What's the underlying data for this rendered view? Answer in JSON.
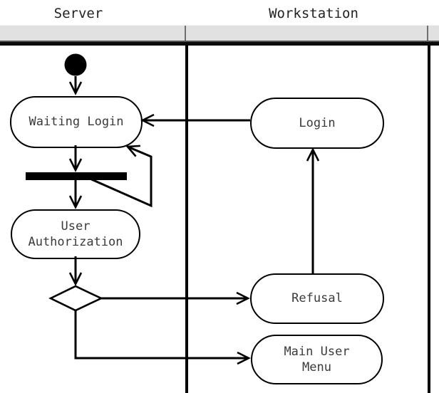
{
  "diagram": {
    "type": "uml-activity-swimlane",
    "lanes": [
      {
        "title": "Server"
      },
      {
        "title": "Workstation"
      }
    ],
    "nodes": {
      "initial": {
        "kind": "initial-state"
      },
      "waiting_login": {
        "label": "Waiting Login",
        "lane": "Server"
      },
      "sync_bar": {
        "kind": "synchronization-bar",
        "lane": "Server"
      },
      "user_authorization": {
        "label": "User\nAuthorization",
        "lane": "Server"
      },
      "decision": {
        "kind": "decision-diamond",
        "lane": "Server"
      },
      "login": {
        "label": "Login",
        "lane": "Workstation"
      },
      "refusal": {
        "label": "Refusal",
        "lane": "Workstation"
      },
      "main_user_menu": {
        "label": "Main User\nMenu",
        "lane": "Workstation"
      }
    },
    "edges": [
      {
        "from": "initial",
        "to": "waiting_login"
      },
      {
        "from": "waiting_login",
        "to": "sync_bar"
      },
      {
        "from": "sync_bar",
        "to": "user_authorization"
      },
      {
        "from": "sync_bar",
        "to": "waiting_login",
        "note": "loop-back"
      },
      {
        "from": "user_authorization",
        "to": "decision"
      },
      {
        "from": "decision",
        "to": "refusal"
      },
      {
        "from": "decision",
        "to": "main_user_menu"
      },
      {
        "from": "refusal",
        "to": "login"
      },
      {
        "from": "login",
        "to": "waiting_login"
      }
    ],
    "colors": {
      "line": "#000000",
      "node_text": "#3a3a3a",
      "header_fill": "#e1e1e1",
      "header_shadow": "#0a0a0a",
      "background": "#ffffff"
    }
  }
}
